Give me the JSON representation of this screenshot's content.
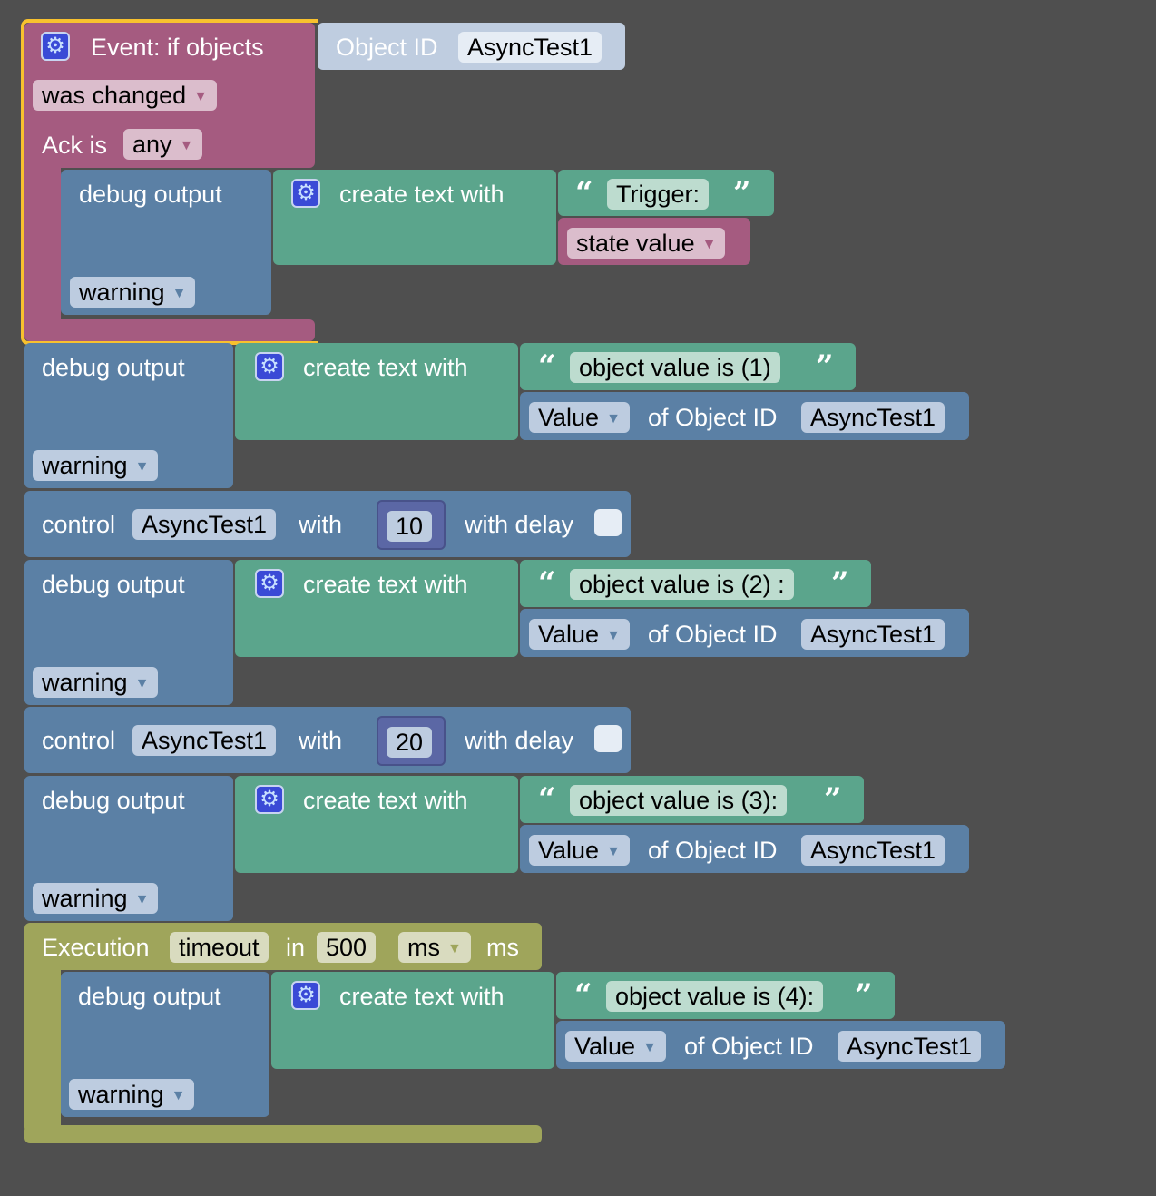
{
  "event": {
    "title": "Event: if objects",
    "object_id_label": "Object ID",
    "object_id": "AsyncTest1",
    "mode": "was changed",
    "ack_label": "Ack is",
    "ack": "any"
  },
  "labels": {
    "debug_output": "debug output",
    "create_text": "create text with",
    "value": "Value",
    "of_object_id": "of Object ID",
    "control": "control",
    "with": "with",
    "with_delay": "with delay",
    "open_quote": "“",
    "close_quote": "”"
  },
  "debug": [
    {
      "text": "Trigger:",
      "second": "state value",
      "level": "warning",
      "object": ""
    },
    {
      "text": "object value is (1)",
      "level": "warning",
      "object": "AsyncTest1"
    },
    {
      "text": "object value is (2) :",
      "level": "warning",
      "object": "AsyncTest1"
    },
    {
      "text": "object value is (3):",
      "level": "warning",
      "object": "AsyncTest1"
    },
    {
      "text": "object value is (4):",
      "level": "warning",
      "object": "AsyncTest1"
    }
  ],
  "control": [
    {
      "object": "AsyncTest1",
      "value": "10"
    },
    {
      "object": "AsyncTest1",
      "value": "20"
    }
  ],
  "execution": {
    "label": "Execution",
    "type": "timeout",
    "in": "in",
    "value": "500",
    "unit": "ms",
    "unit_suffix": "ms"
  },
  "icons": {
    "gear": "gear-icon",
    "dropdown": "chevron-down-icon"
  }
}
